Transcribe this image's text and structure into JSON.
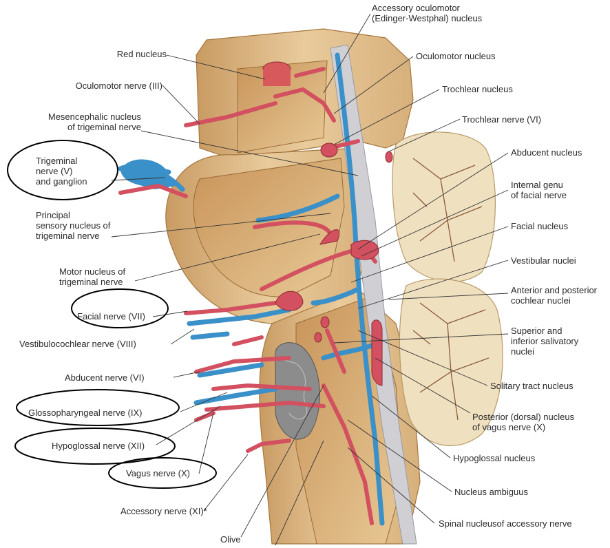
{
  "colors": {
    "tissue": "#e7c898",
    "tissue_dark": "#c99b63",
    "cut_face": "#d8b07a",
    "nerve_red": "#d2505f",
    "nerve_blue": "#3a90c8",
    "cerebellum": "#efe0bf",
    "olive": "#8c8c8c",
    "leader": "#333333",
    "circle": "#000000"
  },
  "labels": {
    "accessory_oculomotor": "Accessory oculomotor\n(Edinger-Westphal) nucleus",
    "red_nucleus": "Red nucleus",
    "oculomotor_nucleus": "Oculomotor nucleus",
    "oculomotor_nerve": "Oculomotor nerve (III)",
    "trochlear_nucleus": "Trochlear nucleus",
    "mesencephalic_nucleus": "Mesencephalic nucleus\nof trigeminal nerve",
    "trochlear_nerve": "Trochlear nerve (VI)",
    "trigeminal_nerve": "Trigeminal\nnerve (V)\nand ganglion",
    "abducent_nucleus": "Abducent nucleus",
    "internal_genu": "Internal genu\nof facial nerve",
    "principal_sensory": "Principal\nsensory nucleus of\ntrigeminal nerve",
    "facial_nucleus": "Facial nucleus",
    "motor_nucleus": "Motor nucleus of\ntrigeminal nerve",
    "vestibular_nuclei": "Vestibular nuclei",
    "cochlear_nuclei": "Anterior and posterior\ncochlear nuclei",
    "facial_nerve": "Facial nerve (VII)",
    "vestibulocochlear_nerve": "Vestibulocochlear nerve (VIII)",
    "salivatory_nuclei": "Superior and\ninferior salivatory\nnuclei",
    "abducent_nerve": "Abducent nerve (VI)",
    "solitary_tract": "Solitary tract nucleus",
    "glossopharyngeal_nerve": "Glossopharyngeal nerve (IX)",
    "posterior_vagus": "Posterior (dorsal) nucleus\nof vagus nerve (X)",
    "hypoglossal_nerve": "Hypoglossal nerve (XII)",
    "hypoglossal_nucleus": "Hypoglossal nucleus",
    "vagus_nerve": "Vagus nerve (X)",
    "nucleus_ambiguus": "Nucleus ambiguus",
    "accessory_nerve": "Accessory nerve (XI)*",
    "spinal_nucleus_accessory": "Spinal nucleusof accessory nerve",
    "olive": "Olive"
  }
}
